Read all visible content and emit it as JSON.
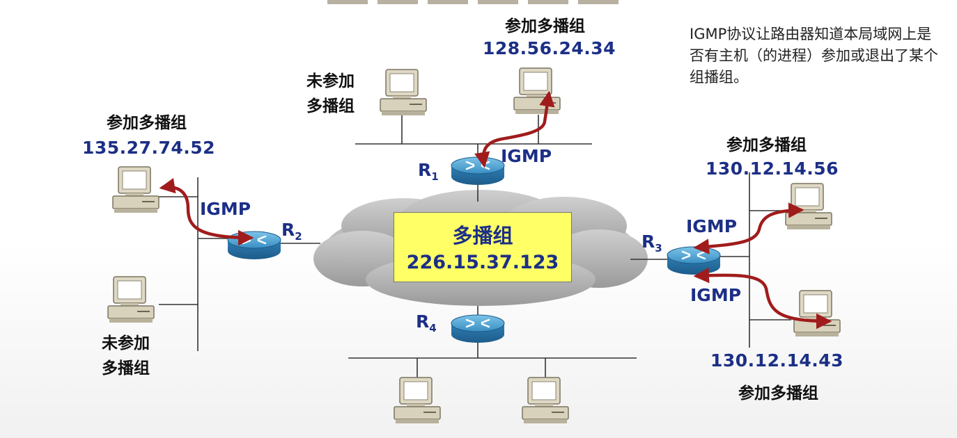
{
  "note": "IGMP协议让路由器知道本局域网上是否有主机（的进程）参加或退出了某个组播组。",
  "multicast_group": {
    "title": "多播组",
    "address": "226.15.37.123"
  },
  "routers": {
    "r1": "R",
    "r2": "R",
    "r3": "R",
    "r4": "R"
  },
  "router_subscripts": {
    "r1": "1",
    "r2": "2",
    "r3": "3",
    "r4": "4"
  },
  "protocol_label": "IGMP",
  "hosts": {
    "top_joined": {
      "status": "参加多播组",
      "ip": "128.56.24.34"
    },
    "top_not_joined": {
      "line1": "未参加",
      "line2": "多播组"
    },
    "left_joined": {
      "status": "参加多播组",
      "ip": "135.27.74.52"
    },
    "left_not_joined": {
      "line1": "未参加",
      "line2": "多播组"
    },
    "right_top_joined": {
      "status": "参加多播组",
      "ip": "130.12.14.56"
    },
    "right_bottom_joined": {
      "status": "参加多播组",
      "ip": "130.12.14.43"
    }
  },
  "colors": {
    "arrow": "#a01c1c",
    "label_blue": "#1c2f86",
    "group_box": "#ffff66",
    "cloud": "#a8a8a8"
  }
}
